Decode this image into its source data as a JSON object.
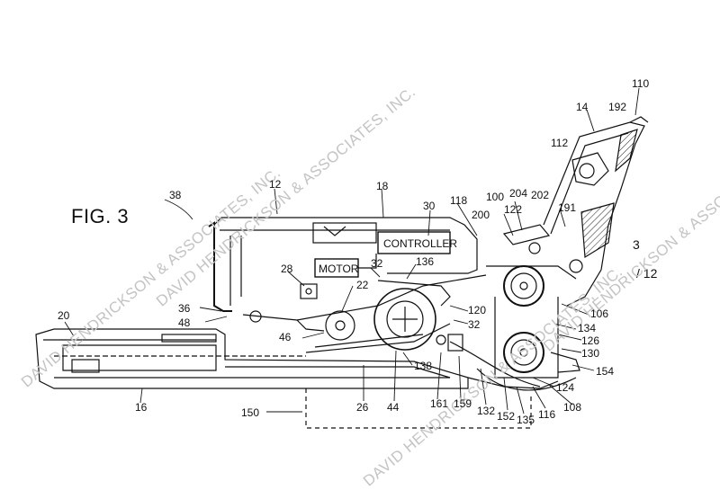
{
  "figure": {
    "title": "FIG. 3",
    "sheet_top": "3",
    "sheet_bottom": "/ 12",
    "boxes": {
      "controller": "CONTROLLER",
      "motor": "MOTOR"
    },
    "watermarks": [
      "DAVID HENDRICKSON & ASSOCIATES, INC.",
      "DAVID HENDRICKSON & ASSOCIATES, INC.",
      "DAVID HENDRICKSON & ASSOCIATES, INC.",
      "DAVID HENDRICKSON & ASSOCIATES, INC."
    ],
    "refs": [
      "110",
      "14",
      "192",
      "112",
      "38",
      "12",
      "18",
      "30",
      "118",
      "100",
      "204",
      "202",
      "200",
      "122",
      "191",
      "28",
      "32",
      "136",
      "22",
      "36",
      "48",
      "20",
      "46",
      "106",
      "120",
      "32",
      "134",
      "126",
      "130",
      "154",
      "138",
      "124",
      "16",
      "150",
      "26",
      "44",
      "161",
      "159",
      "132",
      "152",
      "135",
      "116",
      "108"
    ]
  }
}
